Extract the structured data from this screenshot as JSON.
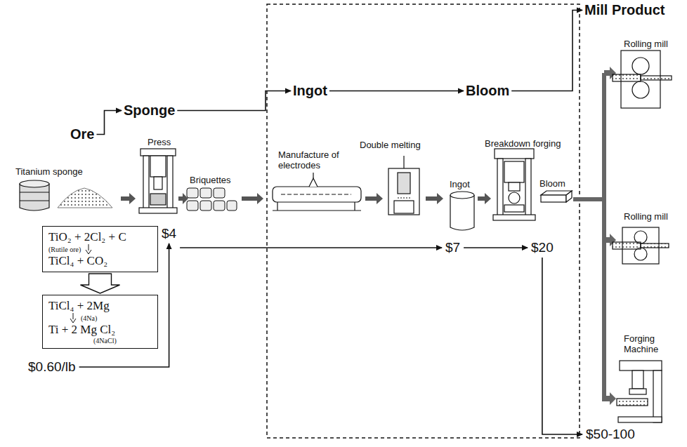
{
  "diagram": {
    "nodes": [
      {
        "text": [
          "Ore"
        ]
      },
      {
        "text": [
          "Sponge"
        ]
      },
      {
        "text": [
          "Ingot"
        ]
      },
      {
        "text": [
          "Bloom"
        ]
      },
      {
        "text": [
          "Mill Product"
        ]
      },
      {
        "text": [
          "TiO₂ + 2Cl₂ + C",
          "(Rutile ore)",
          "TiCl₄ + CO₂"
        ]
      },
      {
        "text": [
          "TiCl₄ + 2Mg",
          "(4Na)",
          "Ti + 2 Mg Cl₂",
          "(4NaCl)"
        ]
      },
      {
        "text": [
          "$0.60/lb"
        ]
      },
      {
        "text": [
          "$4"
        ]
      },
      {
        "text": [
          "$7"
        ]
      },
      {
        "text": [
          "$20"
        ]
      },
      {
        "text": [
          "$50-100"
        ]
      }
    ],
    "edges": [
      {
        "from": 0,
        "to": 1,
        "arrow": "to"
      },
      {
        "from": 1,
        "to": 2,
        "arrow": "to"
      },
      {
        "from": 2,
        "to": 3,
        "arrow": "to"
      },
      {
        "from": 3,
        "to": 4,
        "arrow": "to"
      },
      {
        "from": 5,
        "to": 6,
        "arrow": "to"
      },
      {
        "from": 7,
        "to": 8,
        "arrow": "to"
      },
      {
        "from": 8,
        "to": 9,
        "arrow": "to"
      },
      {
        "from": 9,
        "to": 10,
        "arrow": "to"
      },
      {
        "from": 10,
        "to": 11,
        "arrow": "to"
      }
    ],
    "labels": [
      "Titanium sponge",
      "Press",
      "Briquettes",
      "Manufacture of electrodes",
      "Double melting",
      "Ingot",
      "Breakdown forging",
      "Bloom",
      "Rolling mill",
      "Rolling mill",
      "Forging Machine"
    ]
  }
}
